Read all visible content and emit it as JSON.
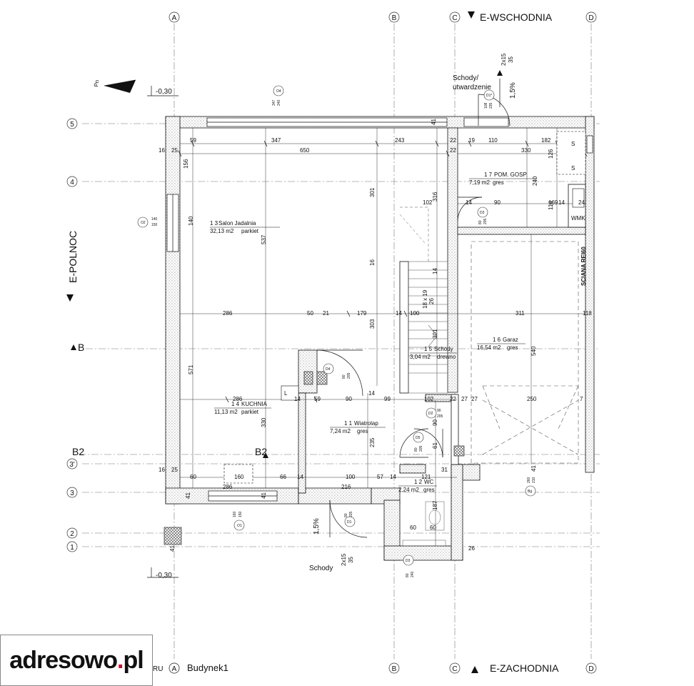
{
  "grid": {
    "cols": [
      "A",
      "B",
      "C",
      "D"
    ],
    "rows": [
      "5",
      "4",
      "3'",
      "3",
      "2",
      "1"
    ],
    "section": [
      "B",
      "B2"
    ]
  },
  "elevations": {
    "east": "E-WSCHODNIA",
    "west": "E-ZACHODNIA",
    "north": "E-POLNOC",
    "level_top": "-0,30",
    "level_bottom": "-0,30"
  },
  "stairs": {
    "top_label_1": "Schody/",
    "top_label_2": "utwardzenie",
    "bottom_label": "Schody",
    "slope_top": "1,5%",
    "slope_bottom": "1,5%",
    "dim_top": "2x15",
    "dim_top_2": "35",
    "dim_bottom": "2x15",
    "dim_bottom_2": "35",
    "steps": "18 x 19",
    "steps_2": "26"
  },
  "rooms": [
    {
      "num": "1 3",
      "name": "Salon Jadalnia",
      "area": "32,13 m2",
      "finish": "parkiet"
    },
    {
      "num": "1 7",
      "name": "POM. GOSP.",
      "area": "7,19 m2",
      "finish": "gres"
    },
    {
      "num": "1 6",
      "name": "Garaz",
      "area": "16,54 m2",
      "finish": "gres"
    },
    {
      "num": "1 5",
      "name": "Schody",
      "area": "3,04 m2",
      "finish": "drewno"
    },
    {
      "num": "1 4",
      "name": "KUCHNIA",
      "area": "11,13 m2",
      "finish": "parkiet"
    },
    {
      "num": "1 1",
      "name": "Wiatrolap",
      "area": "7,24 m2",
      "finish": "gres"
    },
    {
      "num": "1 2",
      "name": "WC",
      "area": "2,24 m2",
      "finish": "gres"
    }
  ],
  "labels": {
    "wall": "SCIANA REI60",
    "wmk": "WMK",
    "north": "Pn",
    "building": "Budynek1",
    "legend_cut": "RU",
    "legend_axis": "A",
    "s1": "S",
    "s2": "S",
    "l": "L"
  },
  "tags": {
    "O4": "O4",
    "O4_dim": "347",
    "O4_dim2": "240",
    "O2": "O2",
    "O2_dim": "140",
    "O2_dim2": "150",
    "O1": "O1",
    "O1_dim": "160",
    "O1_dim2": "150",
    "D1s": "D1*",
    "D1s_dim": "108",
    "D1s_dim2": "235",
    "D3a": "D3",
    "D3a_dim": "80",
    "D3a_dim2": "205",
    "D4": "D4",
    "D4_dim": "80",
    "D4_dim2": "205",
    "D2": "D2",
    "D2_dim": "90",
    "D2_dim2": "205",
    "D5": "D5",
    "D5_dim": "80",
    "D5_dim2": "205",
    "D1": "D1",
    "D1_dim": "90",
    "D1_dim2": "225",
    "Bg": "Bg",
    "Bg_dim": "260",
    "Bg_dim2": "210",
    "D3b": "D3",
    "D3b_dim": "80",
    "D3b_dim2": "240"
  },
  "dims": {
    "d59": "59",
    "d347": "347",
    "d243": "243",
    "d22a": "22",
    "d41a": "41",
    "d650": "650",
    "d22b": "22",
    "d19": "19",
    "d110": "110",
    "d182": "182",
    "d330": "330",
    "d16a": "16",
    "d25a": "25",
    "d156": "156",
    "d126": "126",
    "d240": "240",
    "d316": "316",
    "d301a": "301",
    "d102a": "102",
    "d14a": "14",
    "d90a": "90",
    "d169": "169",
    "d114": "114",
    "d14b": "14",
    "d24": "24",
    "d140": "140",
    "d537": "537",
    "d16b": "16",
    "d14c": "14",
    "d286a": "286",
    "d50": "50",
    "d21": "21",
    "d179": "179",
    "d14d": "14",
    "d100": "100",
    "d311": "311",
    "d118": "118",
    "d303": "303",
    "d301b": "301",
    "d540": "540",
    "d571": "571",
    "d286b": "286",
    "d14e": "14",
    "d59b": "59",
    "d90b": "90",
    "d14f": "14",
    "d99": "99",
    "d102b": "102",
    "d22c": "22",
    "d27a": "27",
    "d27b": "27",
    "d250": "250",
    "d7": "7",
    "d330b": "330",
    "d235": "235",
    "d90c": "90",
    "d61": "61",
    "d16c": "16",
    "d25b": "25",
    "d60a": "60",
    "d160": "160",
    "d66": "66",
    "d14g": "14",
    "d100b": "100",
    "d57": "57",
    "d14h": "14",
    "d121": "121",
    "d31": "31",
    "d41b": "41",
    "d41c": "41",
    "d286c": "286",
    "d216": "216",
    "d187": "187",
    "d60b": "60",
    "d60c": "60",
    "d26": "26",
    "d41d": "41",
    "d41e": "41"
  }
}
